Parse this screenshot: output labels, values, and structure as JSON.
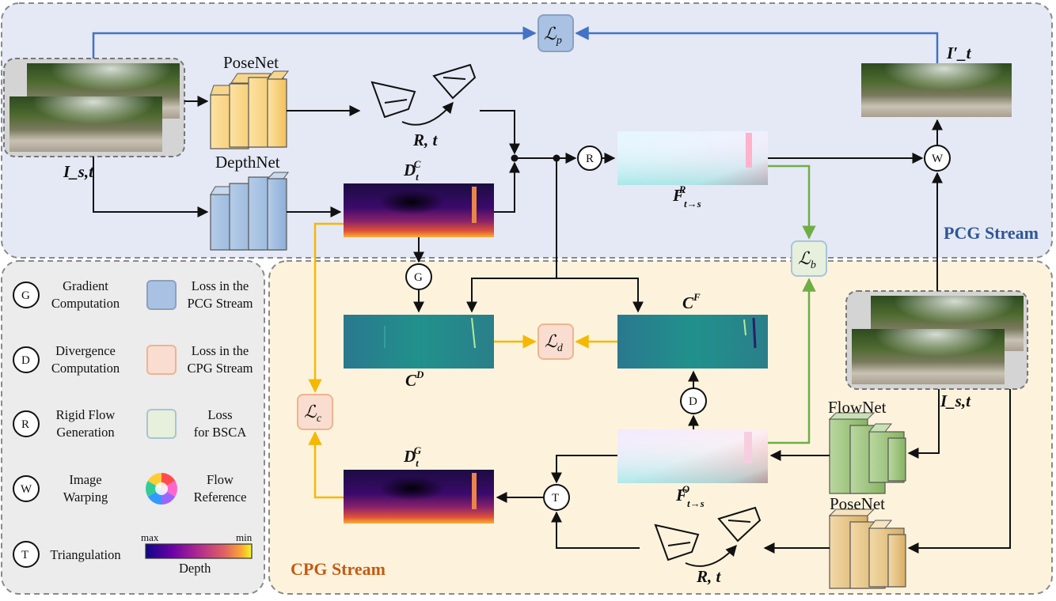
{
  "streams": {
    "pcg": "PCG Stream",
    "cpg": "CPG Stream"
  },
  "networks": {
    "posenet_top": "PoseNet",
    "depthnet": "DepthNet",
    "flownet": "FlowNet",
    "posenet_bottom": "PoseNet"
  },
  "images": {
    "input_top_label": "I_s,t",
    "input_right_label": "I_s,t",
    "warped_label": "I′_t"
  },
  "pose": {
    "top": "R, t",
    "bottom": "R, t"
  },
  "maps": {
    "depth_c": {
      "base": "D",
      "sub": "t",
      "sup": "C"
    },
    "depth_g": {
      "base": "D",
      "sub": "t",
      "sup": "G"
    },
    "rigid_flow": {
      "base": "F",
      "sub": "t→s",
      "sup": "R"
    },
    "optical_flow": {
      "base": "F",
      "sub": "t→s",
      "sup": "O"
    },
    "c_d": {
      "base": "C",
      "sup": "D"
    },
    "c_f": {
      "base": "C",
      "sup": "F"
    }
  },
  "losses": {
    "p": {
      "base": "ℒ",
      "sub": "p"
    },
    "b": {
      "base": "ℒ",
      "sub": "b"
    },
    "d": {
      "base": "ℒ",
      "sub": "d"
    },
    "c": {
      "base": "ℒ",
      "sub": "c"
    }
  },
  "operators": {
    "G": "G",
    "D": "D",
    "R": "R",
    "W": "W",
    "T": "T"
  },
  "legend": {
    "left": [
      {
        "symbol": "G",
        "line1": "Gradient",
        "line2": "Computation"
      },
      {
        "symbol": "D",
        "line1": "Divergence",
        "line2": "Computation"
      },
      {
        "symbol": "R",
        "line1": "Rigid Flow",
        "line2": "Generation"
      },
      {
        "symbol": "W",
        "line1": "Image",
        "line2": "Warping"
      },
      {
        "symbol": "T",
        "line1": "Triangulation",
        "line2": ""
      }
    ],
    "right": [
      {
        "swatch": "#a9c2e3",
        "stroke": "#8ba0bf",
        "line1": "Loss in the",
        "line2": "PCG Stream"
      },
      {
        "swatch": "#f9ddd0",
        "stroke": "#efb48f",
        "line1": "Loss in the",
        "line2": "CPG Stream"
      },
      {
        "swatch": "#e6f0dc",
        "stroke": "#a9c4d8",
        "line1": "Loss",
        "line2": "for BSCA"
      },
      {
        "swatch": "wheel",
        "line1": "Flow",
        "line2": "Reference"
      }
    ],
    "depth_bar": {
      "max": "max",
      "min": "min",
      "caption": "Depth"
    }
  },
  "colors": {
    "pcg_bg": "#e4e9f5",
    "cpg_bg": "#fdf3dd",
    "legend_bg": "#ececec",
    "blue_arrow": "#4472c4",
    "yellow_arrow": "#f5b800",
    "green_arrow": "#70ad47",
    "stream_pcg_text": "#2f5597",
    "stream_cpg_text": "#c55a11"
  }
}
